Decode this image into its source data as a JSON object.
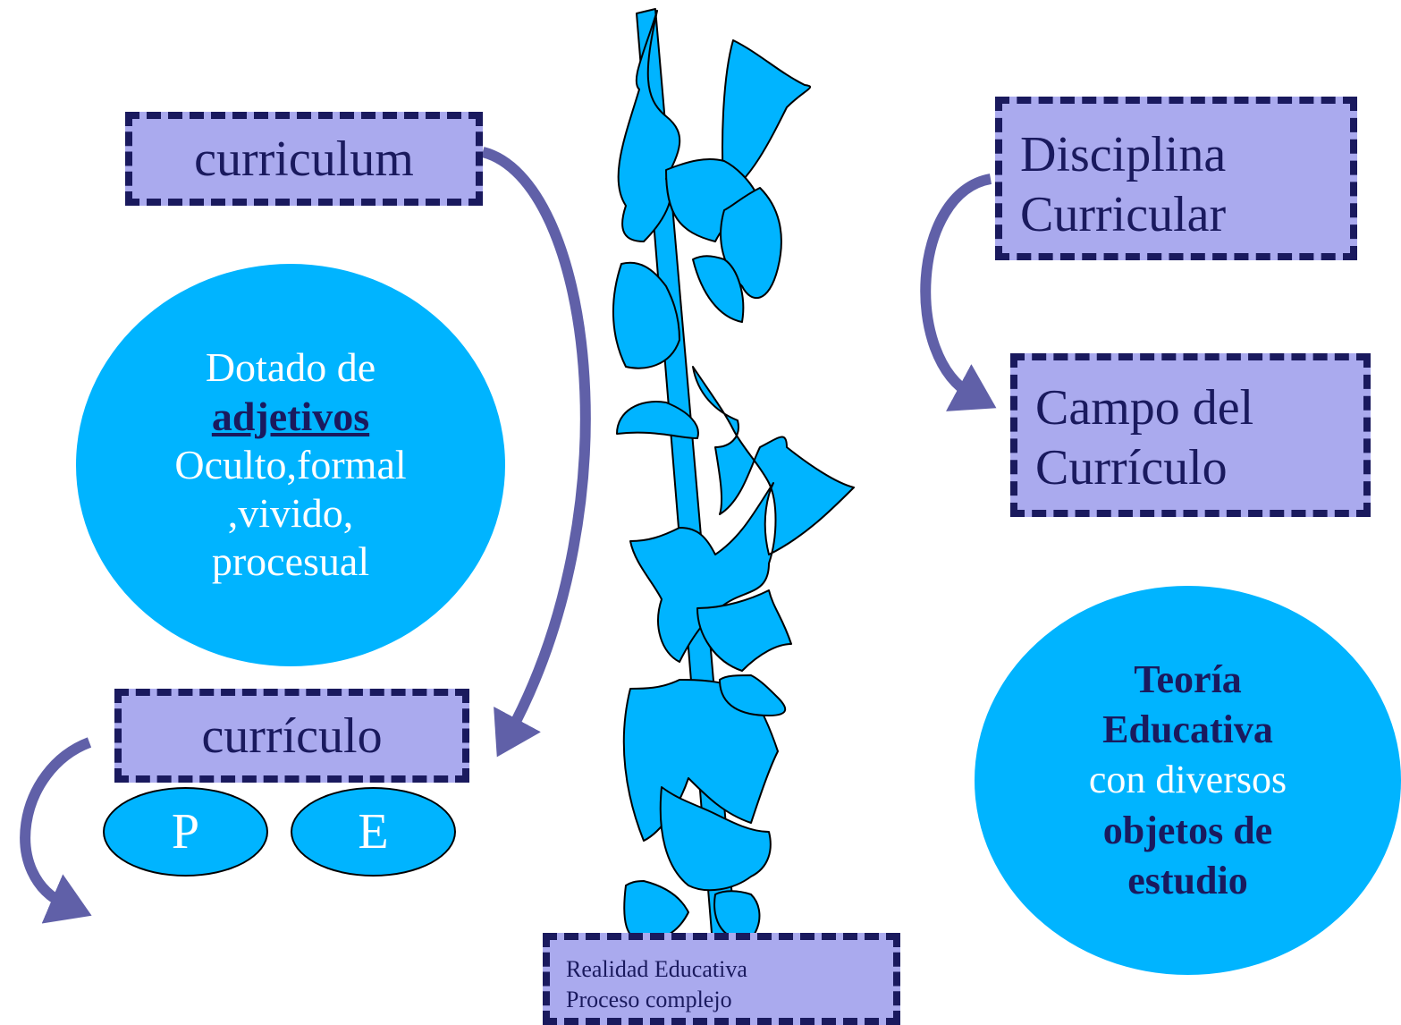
{
  "boxes": {
    "curriculum": "curriculum",
    "curriculo": "currículo",
    "disciplina_line1": "Disciplina",
    "disciplina_line2": "Curricular",
    "campo_line1": "Campo del",
    "campo_line2": "Currículo",
    "realidad_line1": "Realidad Educativa",
    "realidad_line2": "Proceso complejo"
  },
  "left_circle": {
    "line1": "Dotado de",
    "line2": "adjetivos",
    "line3": "Oculto,formal",
    "line4": ",vivido,",
    "line5": "procesual"
  },
  "ovals": {
    "p": "P",
    "e": "E"
  },
  "right_circle": {
    "line1": "Teoría",
    "line2": "Educativa",
    "line3": "con diversos",
    "line4": "objetos de",
    "line5": "estudio"
  },
  "colors": {
    "box_fill": "#aaaaee",
    "box_border": "#1a1a5e",
    "circle_fill": "#00b4ff",
    "arrow": "#6060a8",
    "dark_text": "#1a1a5e"
  }
}
